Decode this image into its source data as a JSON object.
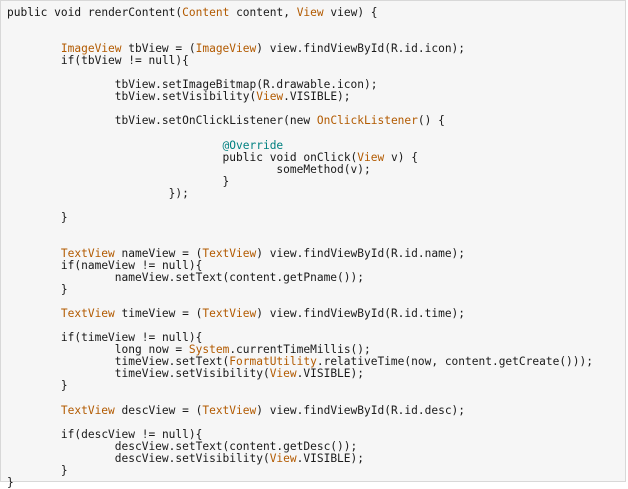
{
  "code": {
    "lines": [
      [
        {
          "t": "kw",
          "v": "public"
        },
        {
          "t": "plain",
          "v": " "
        },
        {
          "t": "kw",
          "v": "void"
        },
        {
          "t": "plain",
          "v": " renderContent("
        },
        {
          "t": "type",
          "v": "Content"
        },
        {
          "t": "plain",
          "v": " content, "
        },
        {
          "t": "type",
          "v": "View"
        },
        {
          "t": "plain",
          "v": " view) {"
        }
      ],
      [],
      [],
      [
        {
          "t": "plain",
          "v": "        "
        },
        {
          "t": "type",
          "v": "ImageView"
        },
        {
          "t": "plain",
          "v": " tbView = ("
        },
        {
          "t": "type",
          "v": "ImageView"
        },
        {
          "t": "plain",
          "v": ") view.findViewById(R.id.icon);"
        }
      ],
      [
        {
          "t": "plain",
          "v": "        "
        },
        {
          "t": "kw",
          "v": "if"
        },
        {
          "t": "plain",
          "v": "(tbView != "
        },
        {
          "t": "kw",
          "v": "null"
        },
        {
          "t": "plain",
          "v": "){"
        }
      ],
      [],
      [
        {
          "t": "plain",
          "v": "                tbView.setImageBitmap(R.drawable.icon);"
        }
      ],
      [
        {
          "t": "plain",
          "v": "                tbView.setVisibility("
        },
        {
          "t": "type",
          "v": "View"
        },
        {
          "t": "plain",
          "v": ".VISIBLE);"
        }
      ],
      [],
      [
        {
          "t": "plain",
          "v": "                tbView.setOnClickListener("
        },
        {
          "t": "kw",
          "v": "new"
        },
        {
          "t": "plain",
          "v": " "
        },
        {
          "t": "type",
          "v": "OnClickListener"
        },
        {
          "t": "plain",
          "v": "() {"
        }
      ],
      [],
      [
        {
          "t": "plain",
          "v": "                                "
        },
        {
          "t": "ann",
          "v": "@Override"
        }
      ],
      [
        {
          "t": "plain",
          "v": "                                "
        },
        {
          "t": "kw",
          "v": "public"
        },
        {
          "t": "plain",
          "v": " "
        },
        {
          "t": "kw",
          "v": "void"
        },
        {
          "t": "plain",
          "v": " onClick("
        },
        {
          "t": "type",
          "v": "View"
        },
        {
          "t": "plain",
          "v": " v) {"
        }
      ],
      [
        {
          "t": "plain",
          "v": "                                        someMethod(v);"
        }
      ],
      [
        {
          "t": "plain",
          "v": "                                }"
        }
      ],
      [
        {
          "t": "plain",
          "v": "                        });"
        }
      ],
      [],
      [
        {
          "t": "plain",
          "v": "        }"
        }
      ],
      [],
      [],
      [
        {
          "t": "plain",
          "v": "        "
        },
        {
          "t": "type",
          "v": "TextView"
        },
        {
          "t": "plain",
          "v": " nameView = ("
        },
        {
          "t": "type",
          "v": "TextView"
        },
        {
          "t": "plain",
          "v": ") view.findViewById(R.id.name);"
        }
      ],
      [
        {
          "t": "plain",
          "v": "        "
        },
        {
          "t": "kw",
          "v": "if"
        },
        {
          "t": "plain",
          "v": "(nameView != "
        },
        {
          "t": "kw",
          "v": "null"
        },
        {
          "t": "plain",
          "v": "){"
        }
      ],
      [
        {
          "t": "plain",
          "v": "                nameView.setText(content.getPname());"
        }
      ],
      [
        {
          "t": "plain",
          "v": "        }"
        }
      ],
      [],
      [
        {
          "t": "plain",
          "v": "        "
        },
        {
          "t": "type",
          "v": "TextView"
        },
        {
          "t": "plain",
          "v": " timeView = ("
        },
        {
          "t": "type",
          "v": "TextView"
        },
        {
          "t": "plain",
          "v": ") view.findViewById(R.id.time);"
        }
      ],
      [],
      [
        {
          "t": "plain",
          "v": "        "
        },
        {
          "t": "kw",
          "v": "if"
        },
        {
          "t": "plain",
          "v": "(timeView != "
        },
        {
          "t": "kw",
          "v": "null"
        },
        {
          "t": "plain",
          "v": "){"
        }
      ],
      [
        {
          "t": "plain",
          "v": "                "
        },
        {
          "t": "kw",
          "v": "long"
        },
        {
          "t": "plain",
          "v": " now = "
        },
        {
          "t": "type",
          "v": "System"
        },
        {
          "t": "plain",
          "v": ".currentTimeMillis();"
        }
      ],
      [
        {
          "t": "plain",
          "v": "                timeView.setText("
        },
        {
          "t": "type",
          "v": "FormatUtility"
        },
        {
          "t": "plain",
          "v": ".relativeTime(now, content.getCreate()));"
        }
      ],
      [
        {
          "t": "plain",
          "v": "                timeView.setVisibility("
        },
        {
          "t": "type",
          "v": "View"
        },
        {
          "t": "plain",
          "v": ".VISIBLE);"
        }
      ],
      [
        {
          "t": "plain",
          "v": "        }"
        }
      ],
      [],
      [
        {
          "t": "plain",
          "v": "        "
        },
        {
          "t": "type",
          "v": "TextView"
        },
        {
          "t": "plain",
          "v": " descView = ("
        },
        {
          "t": "type",
          "v": "TextView"
        },
        {
          "t": "plain",
          "v": ") view.findViewById(R.id.desc);"
        }
      ],
      [],
      [
        {
          "t": "plain",
          "v": "        "
        },
        {
          "t": "kw",
          "v": "if"
        },
        {
          "t": "plain",
          "v": "(descView != "
        },
        {
          "t": "kw",
          "v": "null"
        },
        {
          "t": "plain",
          "v": "){"
        }
      ],
      [
        {
          "t": "plain",
          "v": "                descView.setText(content.getDesc());"
        }
      ],
      [
        {
          "t": "plain",
          "v": "                descView.setVisibility("
        },
        {
          "t": "type",
          "v": "View"
        },
        {
          "t": "plain",
          "v": ".VISIBLE);"
        }
      ],
      [
        {
          "t": "plain",
          "v": "        }"
        }
      ],
      [
        {
          "t": "plain",
          "v": "}"
        }
      ]
    ]
  },
  "colors": {
    "background": "#f6f6f6",
    "text": "#1a1a1a",
    "type": "#b25a00",
    "annotation": "#008080"
  }
}
